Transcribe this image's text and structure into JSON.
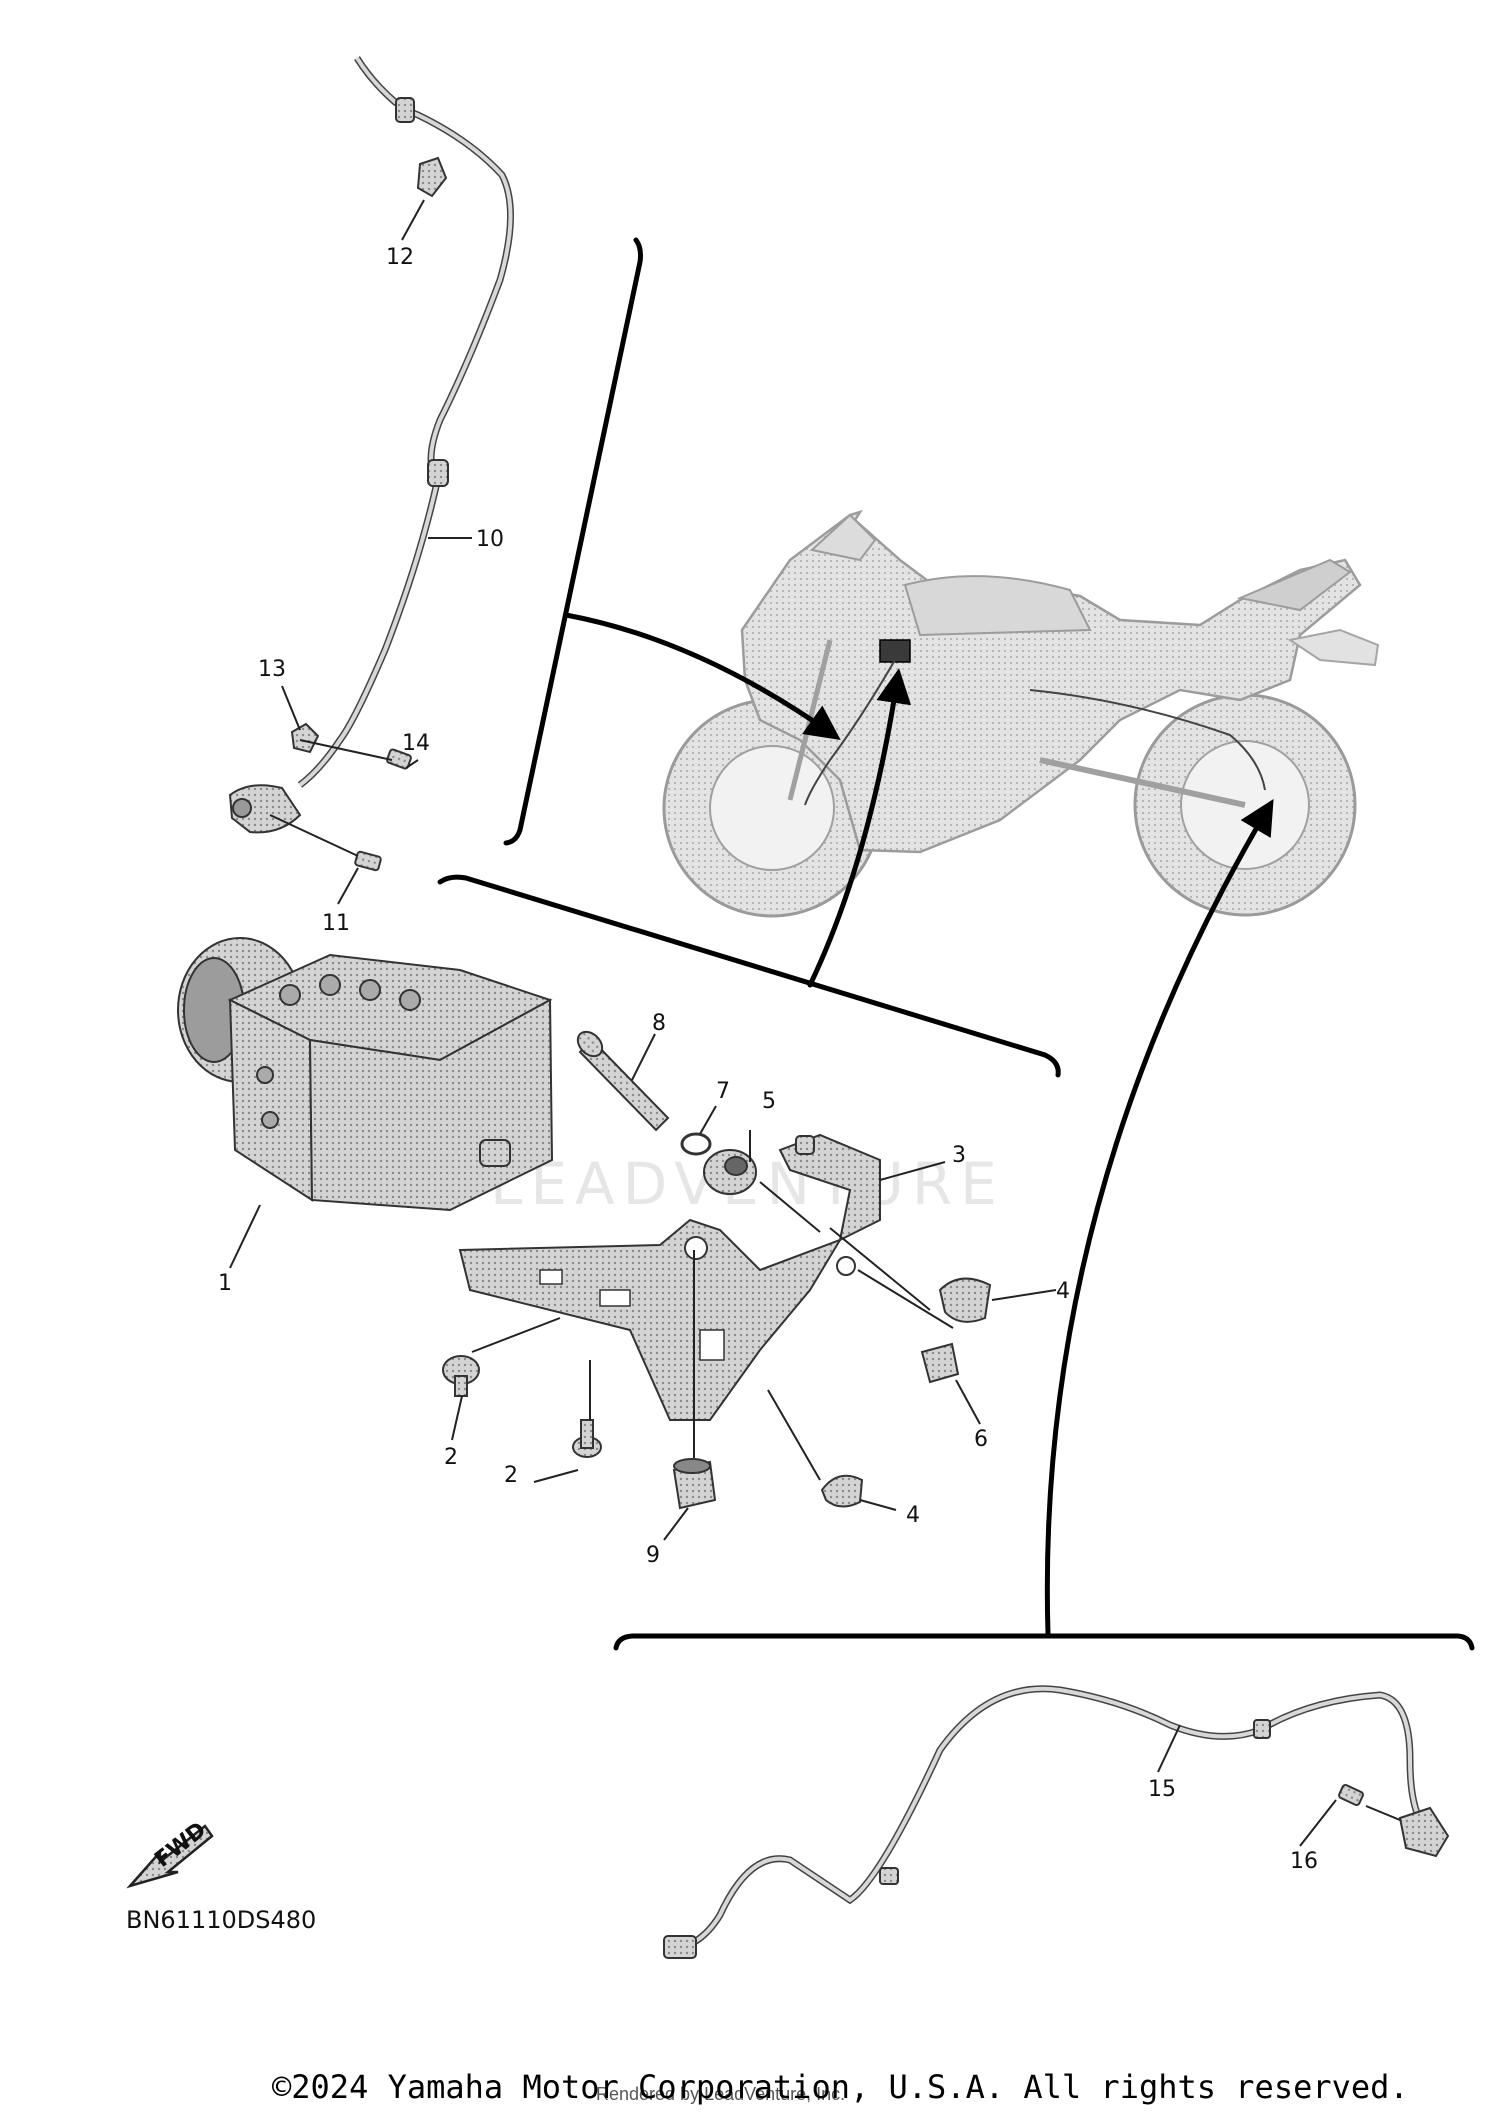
{
  "diagram_code": "BN61110DS480",
  "copyright": "©2024 Yamaha Motor Corporation, U.S.A. All rights reserved.",
  "rendered_by": "Rendered by LeadVenture, Inc.",
  "watermark": "LEADVENTURE",
  "fwd_label": "FWD",
  "callouts": {
    "c1": "1",
    "c2a": "2",
    "c2b": "2",
    "c3": "3",
    "c4a": "4",
    "c4b": "4",
    "c5": "5",
    "c6": "6",
    "c7": "7",
    "c8": "8",
    "c9": "9",
    "c10": "10",
    "c11": "11",
    "c12": "12",
    "c13": "13",
    "c14": "14",
    "c15": "15",
    "c16": "16"
  },
  "colors": {
    "ink": "#111111",
    "part_fill": "#bdbdbd",
    "vehicle_fill": "#cfcfcf",
    "watermark": "#e6e6e6"
  }
}
